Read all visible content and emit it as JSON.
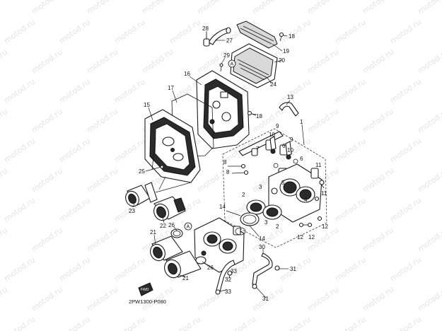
{
  "watermark": "motod.ru",
  "diagram_code": "2PW1300-P080",
  "fwd_label": "FWD",
  "ref_letter": "A",
  "labels": [
    {
      "id": "l28",
      "text": "28"
    },
    {
      "id": "l27",
      "text": "27"
    },
    {
      "id": "l18a",
      "text": "18"
    },
    {
      "id": "l19",
      "text": "19"
    },
    {
      "id": "l20",
      "text": "20"
    },
    {
      "id": "l29",
      "text": "29"
    },
    {
      "id": "l16",
      "text": "16"
    },
    {
      "id": "l24",
      "text": "24"
    },
    {
      "id": "l17",
      "text": "17"
    },
    {
      "id": "l13",
      "text": "13"
    },
    {
      "id": "l15",
      "text": "15"
    },
    {
      "id": "l18b",
      "text": "18"
    },
    {
      "id": "l1",
      "text": "1"
    },
    {
      "id": "l9a",
      "text": "9"
    },
    {
      "id": "l10a",
      "text": "10"
    },
    {
      "id": "l9b",
      "text": "9"
    },
    {
      "id": "l10b",
      "text": "10"
    },
    {
      "id": "l6a",
      "text": "6"
    },
    {
      "id": "l6b",
      "text": "6"
    },
    {
      "id": "l7",
      "text": "7"
    },
    {
      "id": "l8a",
      "text": "8"
    },
    {
      "id": "l8b",
      "text": "8"
    },
    {
      "id": "l11a",
      "text": "11"
    },
    {
      "id": "l11b",
      "text": "11"
    },
    {
      "id": "l5",
      "text": "5"
    },
    {
      "id": "l25",
      "text": "25"
    },
    {
      "id": "l3a",
      "text": "3"
    },
    {
      "id": "l2a",
      "text": "2"
    },
    {
      "id": "l4",
      "text": "4"
    },
    {
      "id": "l3b",
      "text": "3"
    },
    {
      "id": "l23",
      "text": "23"
    },
    {
      "id": "l14a",
      "text": "14"
    },
    {
      "id": "l2b",
      "text": "2"
    },
    {
      "id": "l22",
      "text": "22"
    },
    {
      "id": "l26a",
      "text": "26"
    },
    {
      "id": "l14b",
      "text": "14"
    },
    {
      "id": "l12a",
      "text": "12"
    },
    {
      "id": "l12b",
      "text": "12"
    },
    {
      "id": "l12c",
      "text": "12"
    },
    {
      "id": "l21a",
      "text": "21"
    },
    {
      "id": "l30",
      "text": "30"
    },
    {
      "id": "l26b",
      "text": "26"
    },
    {
      "id": "l33a",
      "text": "33"
    },
    {
      "id": "l31a",
      "text": "31"
    },
    {
      "id": "l21b",
      "text": "21"
    },
    {
      "id": "l32",
      "text": "32"
    },
    {
      "id": "l33b",
      "text": "33"
    },
    {
      "id": "l31b",
      "text": "31"
    }
  ]
}
